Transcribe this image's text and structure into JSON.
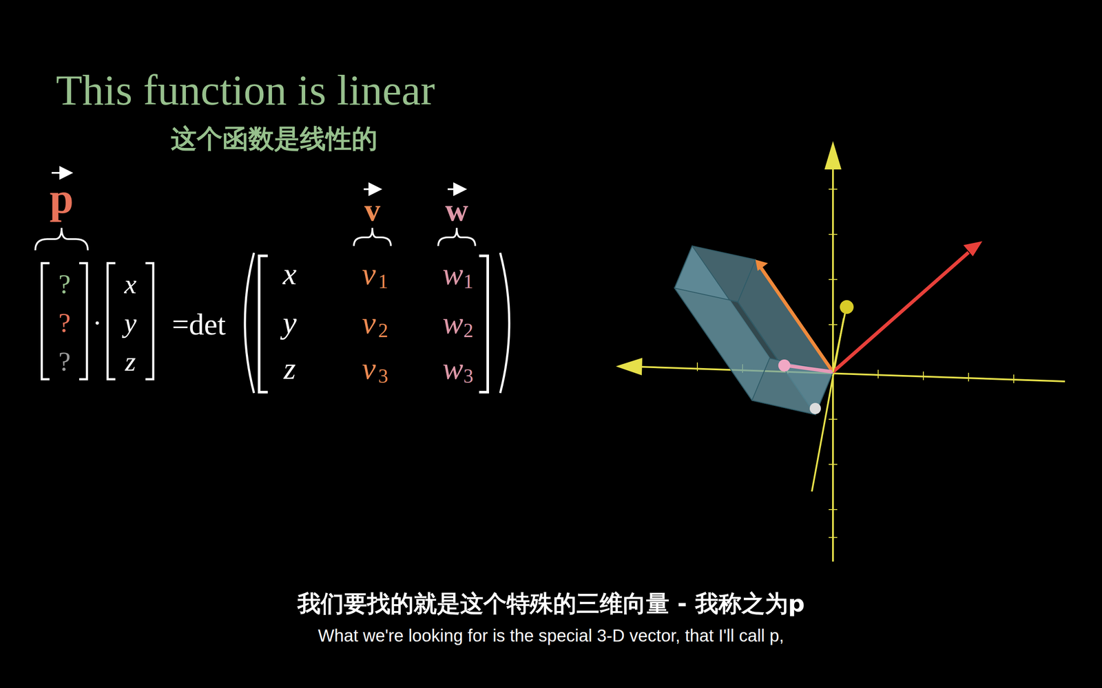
{
  "diagram": {
    "title": "This function is linear",
    "labels": [
      "这个函数是线性的",
      "p",
      "v",
      "w",
      "?",
      "?",
      "?",
      "·",
      "x",
      "y",
      "z",
      "=det",
      "x",
      "y",
      "z",
      "v",
      "1",
      "w",
      "1",
      "v",
      "2",
      "w",
      "2",
      "v",
      "3",
      "w",
      "3",
      "我们要找的就是这个特殊的三维向量 - 我称之为p",
      "What we're looking for is the special 3-D vector, that I'll call p,"
    ]
  }
}
